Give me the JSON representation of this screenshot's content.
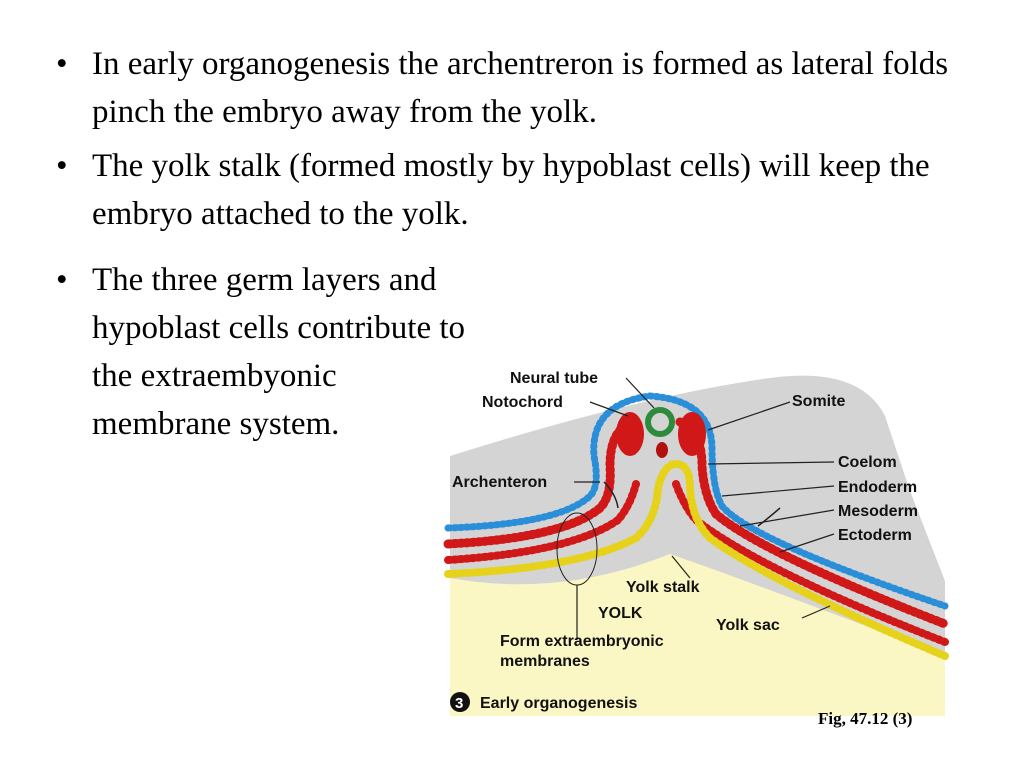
{
  "bullets": [
    "In early organogenesis the archentreron is formed as lateral folds pinch the embryo away from the yolk.",
    "The yolk stalk (formed mostly by hypoblast cells) will keep the embryo attached to the yolk."
  ],
  "bullet3": "The three germ layers and hypoblast cells contribute to the extraembyonic membrane system.",
  "bullet_symbol": "•",
  "figure": {
    "labels": {
      "neural_tube": "Neural tube",
      "notochord": "Notochord",
      "somite": "Somite",
      "coelom": "Coelom",
      "endoderm": "Endoderm",
      "mesoderm": "Mesoderm",
      "ectoderm": "Ectoderm",
      "archenteron": "Archenteron",
      "yolk_stalk": "Yolk stalk",
      "yolk": "YOLK",
      "yolk_sac": "Yolk sac",
      "form_extra_1": "Form extraembryonic",
      "form_extra_2": "membranes"
    },
    "step_number": "3",
    "title": "Early organogenesis",
    "colors": {
      "ectoderm": "#2a8fd8",
      "mesoderm": "#d01818",
      "endoderm": "#e6d21a",
      "yolk": "#fbf7c4",
      "gray": "#d4d4d4",
      "notochord": "#2e8b3c"
    }
  },
  "caption": "Fig, 47.12 (3)"
}
